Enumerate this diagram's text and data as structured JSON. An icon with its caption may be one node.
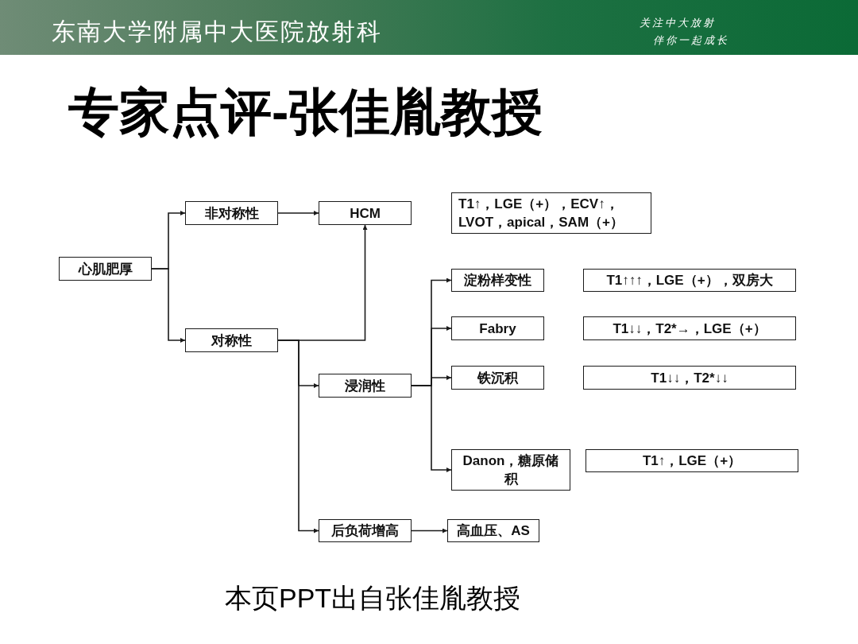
{
  "diagram": {
    "title": "专家点评-张佳胤教授",
    "caption": "本页PPT出自张佳胤教授",
    "nodes": [
      {
        "text": [
          "心肌肥厚"
        ]
      },
      {
        "text": [
          "非对称性"
        ]
      },
      {
        "text": [
          "HCM"
        ]
      },
      {
        "text": [
          "T1↑，LGE（+），ECV↑，LVOT，apical，SAM（+）"
        ]
      },
      {
        "text": [
          "对称性"
        ]
      },
      {
        "text": [
          "淀粉样变性"
        ]
      },
      {
        "text": [
          "T1↑↑↑，LGE（+），双房大"
        ]
      },
      {
        "text": [
          "Fabry"
        ]
      },
      {
        "text": [
          "T1↓↓，T2*→，LGE（+）"
        ]
      },
      {
        "text": [
          "浸润性"
        ]
      },
      {
        "text": [
          "铁沉积"
        ]
      },
      {
        "text": [
          "T1↓↓，T2*↓↓"
        ]
      },
      {
        "text": [
          "Danon，糖原储积"
        ]
      },
      {
        "text": [
          "T1↑，LGE（+）"
        ]
      },
      {
        "text": [
          "后负荷增高"
        ]
      },
      {
        "text": [
          "高血压、AS"
        ]
      }
    ],
    "edges": [
      {
        "from": 0,
        "to": 1,
        "arrow": "to"
      },
      {
        "from": 0,
        "to": 4,
        "arrow": "to"
      },
      {
        "from": 1,
        "to": 2,
        "arrow": "to"
      },
      {
        "from": 4,
        "to": 2,
        "arrow": "to"
      },
      {
        "from": 4,
        "to": 9,
        "arrow": "to"
      },
      {
        "from": 4,
        "to": 14,
        "arrow": "to"
      },
      {
        "from": 9,
        "to": 5,
        "arrow": "to"
      },
      {
        "from": 9,
        "to": 7,
        "arrow": "to"
      },
      {
        "from": 9,
        "to": 10,
        "arrow": "to"
      },
      {
        "from": 9,
        "to": 12,
        "arrow": "to"
      },
      {
        "from": 14,
        "to": 15,
        "arrow": "to"
      }
    ],
    "labels": [
      "东南大学附属中大医院放射科",
      "关注中大放射",
      "伴你一起成长"
    ]
  }
}
